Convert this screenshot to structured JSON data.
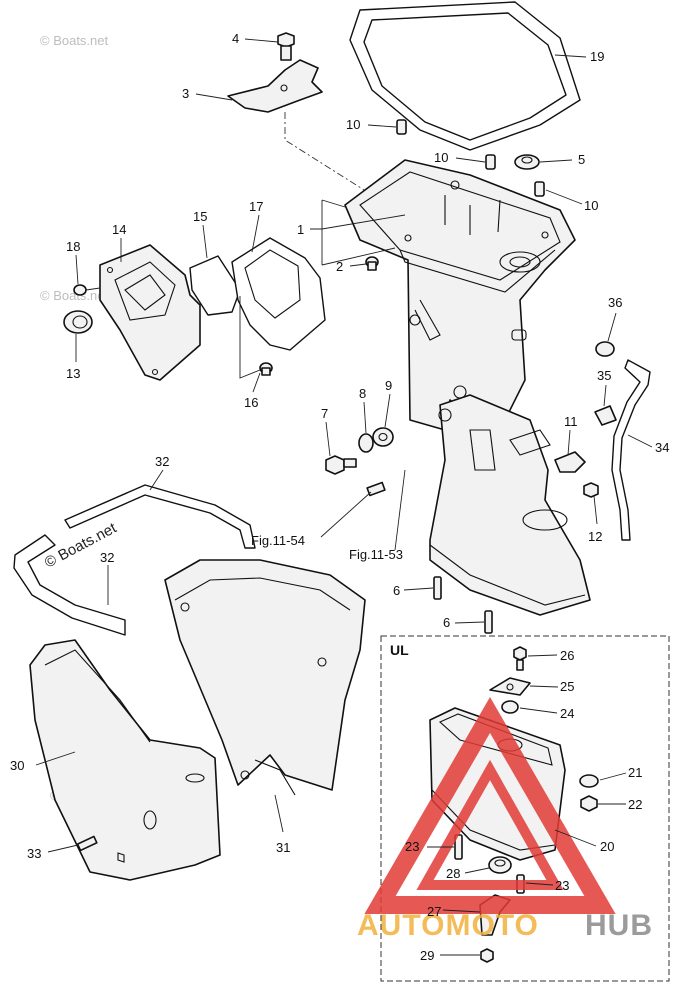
{
  "callouts": [
    {
      "id": "c4",
      "label": "4"
    },
    {
      "id": "c3",
      "label": "3"
    },
    {
      "id": "c19",
      "label": "19"
    },
    {
      "id": "c10a",
      "label": "10"
    },
    {
      "id": "c10b",
      "label": "10"
    },
    {
      "id": "c5",
      "label": "5"
    },
    {
      "id": "c10c",
      "label": "10"
    },
    {
      "id": "c1",
      "label": "1"
    },
    {
      "id": "c2",
      "label": "2"
    },
    {
      "id": "c14",
      "label": "14"
    },
    {
      "id": "c15",
      "label": "15"
    },
    {
      "id": "c17",
      "label": "17"
    },
    {
      "id": "c18",
      "label": "18"
    },
    {
      "id": "c13",
      "label": "13"
    },
    {
      "id": "c16",
      "label": "16"
    },
    {
      "id": "c36",
      "label": "36"
    },
    {
      "id": "c35",
      "label": "35"
    },
    {
      "id": "c34",
      "label": "34"
    },
    {
      "id": "c7",
      "label": "7"
    },
    {
      "id": "c8",
      "label": "8"
    },
    {
      "id": "c9",
      "label": "9"
    },
    {
      "id": "c11",
      "label": "11"
    },
    {
      "id": "c12",
      "label": "12"
    },
    {
      "id": "c32a",
      "label": "32"
    },
    {
      "id": "c32b",
      "label": "32"
    },
    {
      "id": "c6a",
      "label": "6"
    },
    {
      "id": "c6b",
      "label": "6"
    },
    {
      "id": "c30",
      "label": "30"
    },
    {
      "id": "c31",
      "label": "31"
    },
    {
      "id": "c33",
      "label": "33"
    },
    {
      "id": "c26",
      "label": "26"
    },
    {
      "id": "c25",
      "label": "25"
    },
    {
      "id": "c24",
      "label": "24"
    },
    {
      "id": "c21",
      "label": "21"
    },
    {
      "id": "c22",
      "label": "22"
    },
    {
      "id": "c20",
      "label": "20"
    },
    {
      "id": "c23a",
      "label": "23"
    },
    {
      "id": "c28",
      "label": "28"
    },
    {
      "id": "c23b",
      "label": "23"
    },
    {
      "id": "c27",
      "label": "27"
    },
    {
      "id": "c29",
      "label": "29"
    }
  ],
  "references": {
    "fig_54": "Fig.11-54",
    "fig_53": "Fig.11-53"
  },
  "inset": {
    "label": "UL"
  },
  "watermarks": {
    "boats": "© Boats.net",
    "logo_auto": "AUTOMOTO",
    "logo_hub": "HUB"
  },
  "colors": {
    "line": "#111111",
    "watermark": "#bdbdbd",
    "logo_red": "#e23b36",
    "logo_orange": "#f3b13b",
    "logo_gray": "#8a8a8a"
  }
}
